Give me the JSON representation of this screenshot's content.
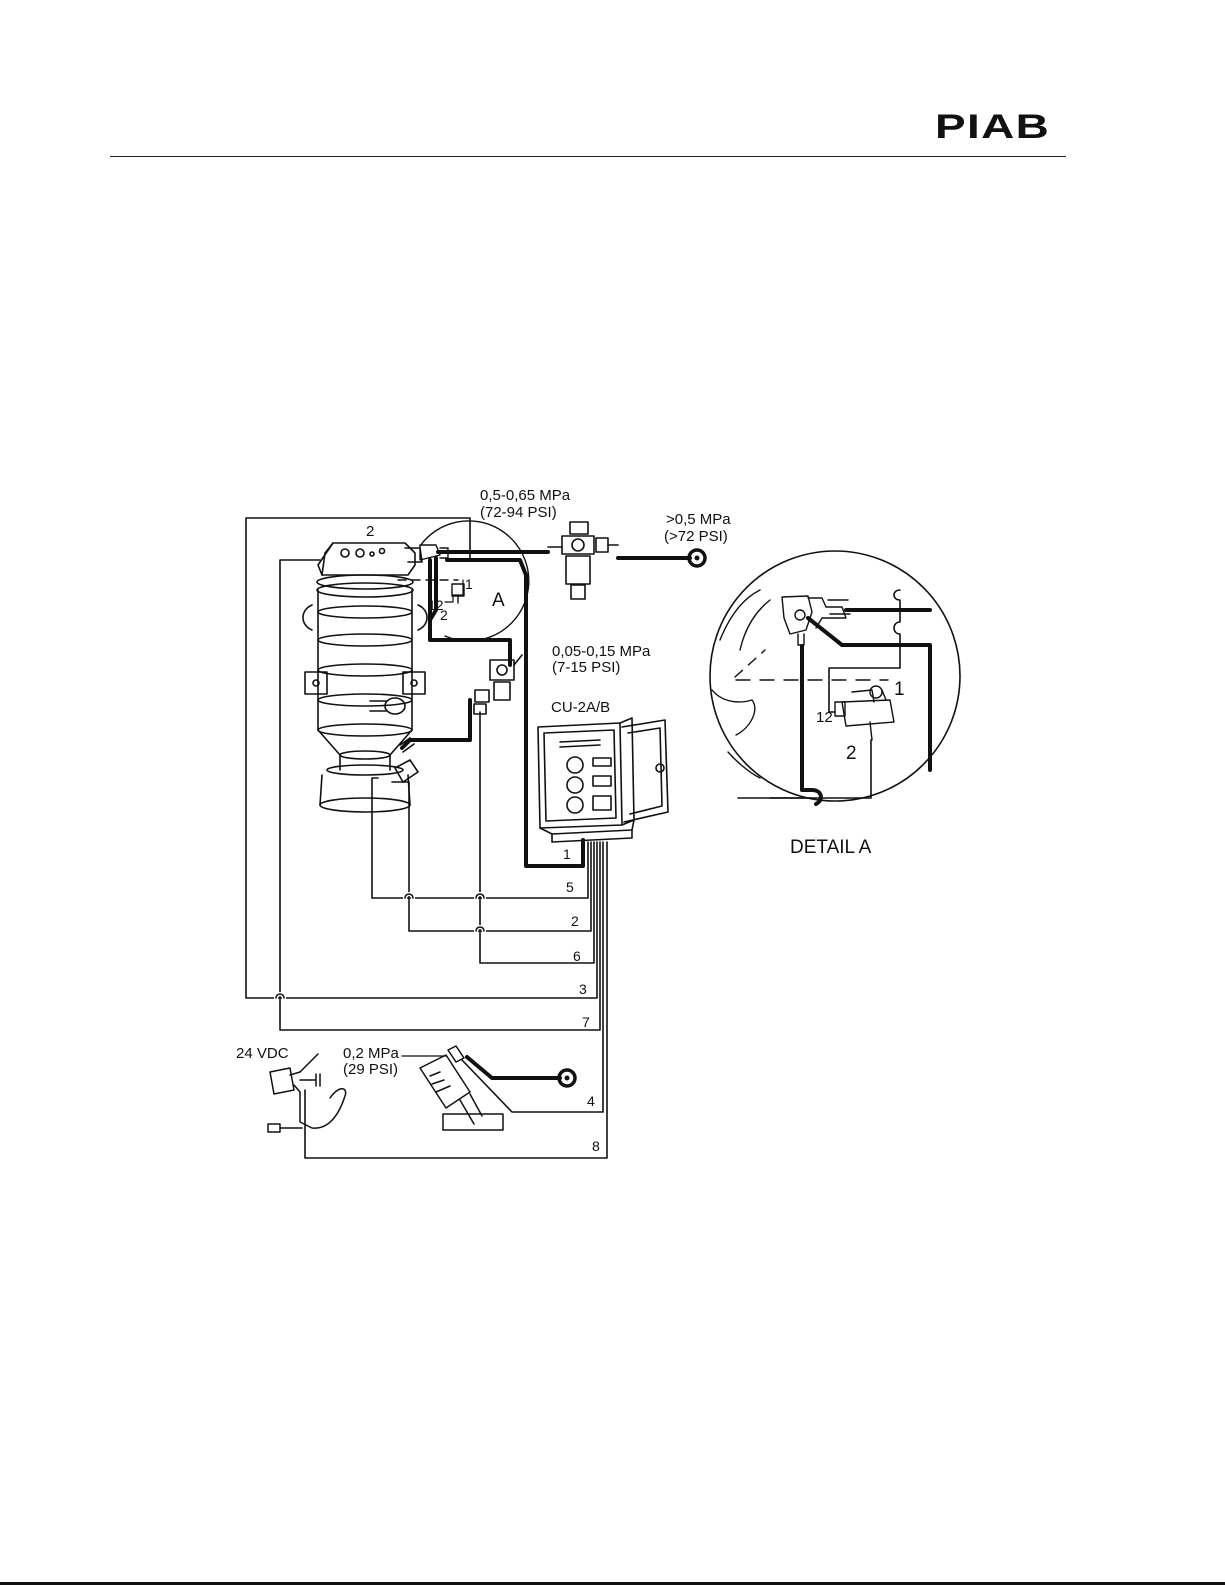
{
  "header": {
    "logo_text": "PIAB"
  },
  "diagram": {
    "pressure_main_filter": {
      "line1": "0,5-0,65 MPa",
      "line2": "(72-94 PSI)"
    },
    "pressure_supply": {
      "line1": ">0,5 MPa",
      "line2": "(>72 PSI)"
    },
    "pressure_regulator": {
      "line1": "0,05-0,15 MPa",
      "line2": "(7-15 PSI)"
    },
    "pressure_valve": {
      "line1": "0,2 MPa",
      "line2": "(29 PSI)"
    },
    "voltage_label": "24 VDC",
    "control_unit_label": "CU-2A/B",
    "pump_label": "2",
    "detail_marker": "A",
    "valve_port_1": "1",
    "valve_port_12": "12",
    "valve_port_2": "2",
    "lines": [
      "1",
      "5",
      "2",
      "6",
      "3",
      "7",
      "4",
      "8"
    ],
    "detail": {
      "title": "DETAIL A",
      "port_1": "1",
      "port_12": "12",
      "port_2": "2"
    }
  }
}
